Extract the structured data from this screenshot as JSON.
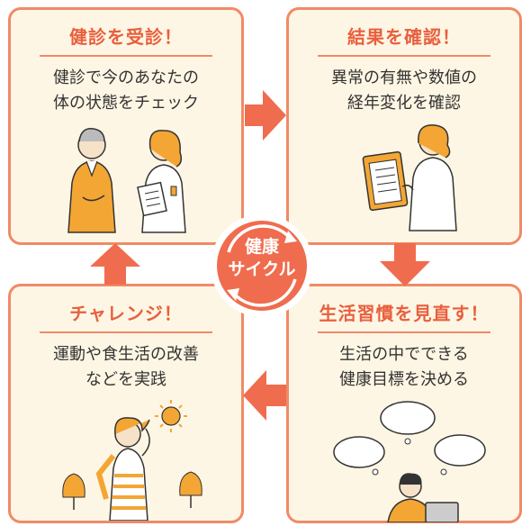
{
  "cycle": {
    "label_line1": "健康",
    "label_line2": "サイクル"
  },
  "steps": [
    {
      "title": "健診を受診！",
      "desc_line1": "健診で今のあなたの",
      "desc_line2": "体の状態をチェック"
    },
    {
      "title": "結果を確認！",
      "desc_line1": "異常の有無や数値の",
      "desc_line2": "経年変化を確認"
    },
    {
      "title": "生活習慣を見直す！",
      "desc_line1": "生活の中でできる",
      "desc_line2": "健康目標を決める"
    },
    {
      "title": "チャレンジ！",
      "desc_line1": "運動や食生活の改善",
      "desc_line2": "などを実践"
    }
  ],
  "colors": {
    "accent": "#f06c4e",
    "card_bg": "#fef6e4",
    "card_border": "#f08a68",
    "title_text": "#e95f3e",
    "illustration_accent": "#f3a634"
  },
  "icons": [
    "doctor-patient-illustration",
    "clipboard-checklist-illustration",
    "thinking-person-illustration",
    "exercising-person-illustration",
    "cycle-badge-icon",
    "arrow-icon"
  ]
}
